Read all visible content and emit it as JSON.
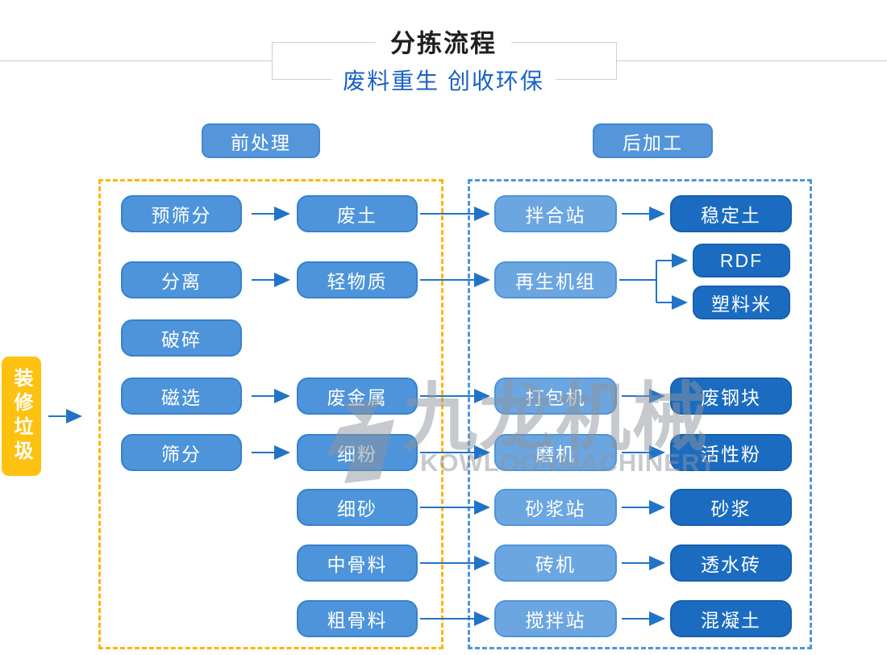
{
  "header": {
    "title": "分拣流程",
    "subtitle": "废料重生 创收环保"
  },
  "sections": {
    "pre_label": "前处理",
    "post_label": "后加工"
  },
  "source": {
    "label": "装修垃圾"
  },
  "watermark": {
    "cn": "九龙机械",
    "en": "KOWLOONMACHINERY"
  },
  "colors": {
    "arrow_blue": "#2273c8",
    "box_medium_blue": "#4d94db",
    "box_light_blue": "#6ca6e1",
    "box_dark_blue": "#1b6cc1",
    "zone_yellow_dashed": "#ffb508",
    "zone_blue_dashed": "#5294dd",
    "source_yellow": "#fec110",
    "subtitle_blue": "#1961c5"
  },
  "nodes": {
    "yushaifen": {
      "label": "预筛分"
    },
    "fenli": {
      "label": "分离"
    },
    "posui": {
      "label": "破碎"
    },
    "cixuan": {
      "label": "磁选"
    },
    "shaifen": {
      "label": "筛分"
    },
    "feitu": {
      "label": "废土"
    },
    "qingwuzhi": {
      "label": "轻物质"
    },
    "feijinshu": {
      "label": "废金属"
    },
    "xifen": {
      "label": "细粉"
    },
    "xisha": {
      "label": "细砂"
    },
    "zhonggu": {
      "label": "中骨料"
    },
    "cugu": {
      "label": "粗骨料"
    },
    "banhezhan": {
      "label": "拌合站"
    },
    "zaishengjizu": {
      "label": "再生机组"
    },
    "dabaoji": {
      "label": "打包机"
    },
    "moji": {
      "label": "磨机"
    },
    "shajiangzhan": {
      "label": "砂浆站"
    },
    "zhuanji": {
      "label": "砖机"
    },
    "jiaobanzhan": {
      "label": "搅拌站"
    },
    "wendingtu": {
      "label": "稳定土"
    },
    "rdf": {
      "label": "RDF"
    },
    "suliaomi": {
      "label": "塑料米"
    },
    "feigangkuai": {
      "label": "废钢块"
    },
    "huoxingfen": {
      "label": "活性粉"
    },
    "shajiang": {
      "label": "砂浆"
    },
    "toushuizhuan": {
      "label": "透水砖"
    },
    "hunningtu": {
      "label": "混凝土"
    }
  },
  "edges": [
    {
      "from": "source",
      "to": "pre-zone"
    },
    {
      "from": "yushaifen",
      "to": "feitu"
    },
    {
      "from": "feitu",
      "to": "banhezhan"
    },
    {
      "from": "banhezhan",
      "to": "wendingtu"
    },
    {
      "from": "fenli",
      "to": "qingwuzhi"
    },
    {
      "from": "qingwuzhi",
      "to": "zaishengjizu"
    },
    {
      "from": "zaishengjizu",
      "to": "rdf"
    },
    {
      "from": "zaishengjizu",
      "to": "suliaomi"
    },
    {
      "from": "cixuan",
      "to": "feijinshu"
    },
    {
      "from": "feijinshu",
      "to": "dabaoji"
    },
    {
      "from": "dabaoji",
      "to": "feigangkuai"
    },
    {
      "from": "shaifen",
      "to": "xifen"
    },
    {
      "from": "xifen",
      "to": "moji"
    },
    {
      "from": "moji",
      "to": "huoxingfen"
    },
    {
      "from": "xisha",
      "to": "shajiangzhan"
    },
    {
      "from": "shajiangzhan",
      "to": "shajiang"
    },
    {
      "from": "zhonggu",
      "to": "zhuanji"
    },
    {
      "from": "zhuanji",
      "to": "toushuizhuan"
    },
    {
      "from": "cugu",
      "to": "jiaobanzhan"
    },
    {
      "from": "jiaobanzhan",
      "to": "hunningtu"
    }
  ]
}
